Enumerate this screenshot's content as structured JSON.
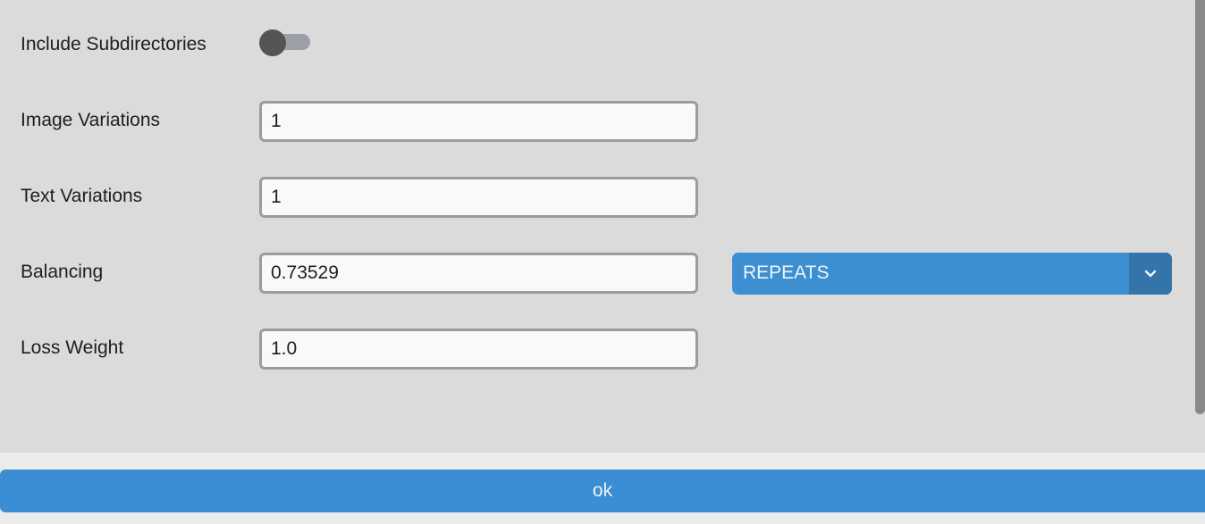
{
  "form": {
    "include_subdirectories": {
      "label": "Include Subdirectories",
      "enabled": false
    },
    "image_variations": {
      "label": "Image Variations",
      "value": "1"
    },
    "text_variations": {
      "label": "Text Variations",
      "value": "1"
    },
    "balancing": {
      "label": "Balancing",
      "value": "0.73529",
      "strategy": "REPEATS"
    },
    "loss_weight": {
      "label": "Loss Weight",
      "value": "1.0"
    }
  },
  "footer": {
    "ok_label": "ok"
  },
  "icons": {
    "dropdown": "chevron-down-icon"
  },
  "colors": {
    "accent": "#3b8ed3",
    "accent_dark": "#3574ab",
    "panel_bg": "#dbdbdb",
    "toggle_knob": "#545454",
    "toggle_track": "#9aa0a6"
  }
}
